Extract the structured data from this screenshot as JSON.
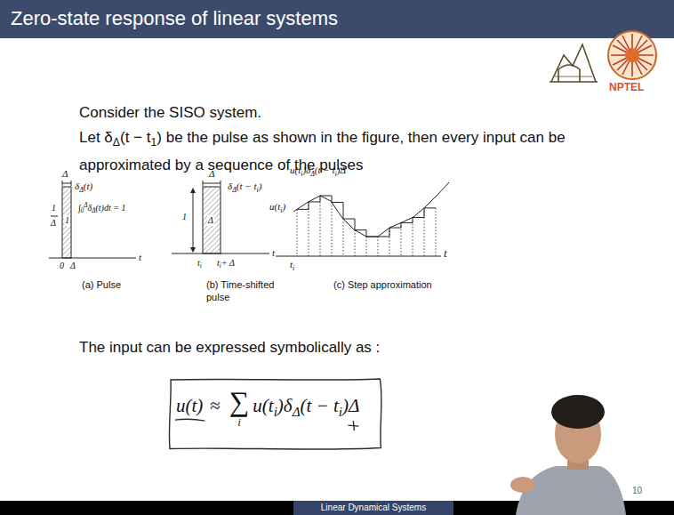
{
  "diagram": {
    "title": "Zero-state response of linear systems",
    "nodes": [
      {
        "text": [
          "u(t)",
          "≈",
          "∑",
          "i",
          "u(t",
          "i",
          ")δ",
          "Δ",
          "(t − t",
          "i",
          ")Δ"
        ]
      }
    ],
    "labels": [
      "Consider the SISO system.",
      "Let δ",
      "Δ",
      "(t − t",
      "1",
      ") be the pulse as shown in the figure, then every input can be approximated by a sequence of the pulses",
      "Δ",
      "δ",
      "Δ",
      "(t)",
      "1",
      "Δ",
      "1",
      "∫",
      "0",
      "Δ",
      "δ",
      "Δ",
      "(t)dt = 1",
      "0",
      "Δ",
      "t",
      "(a) Pulse",
      "Δ",
      "δ",
      "Δ",
      "(t − t",
      "i",
      ")",
      "1",
      "Δ",
      "t",
      "i",
      "t",
      "i",
      "+ Δ",
      "t",
      "(b) Time-shifted",
      "pulse",
      "u(t",
      "i",
      ")δ",
      "Δ",
      "(t − t",
      "i",
      ")Δ",
      "u(t",
      "i",
      ")",
      "t",
      "i",
      "t",
      "(c) Step approximation",
      "The input can be expressed symbolically as :",
      "10",
      "Linear Dynamical Systems",
      "NPTEL"
    ]
  }
}
